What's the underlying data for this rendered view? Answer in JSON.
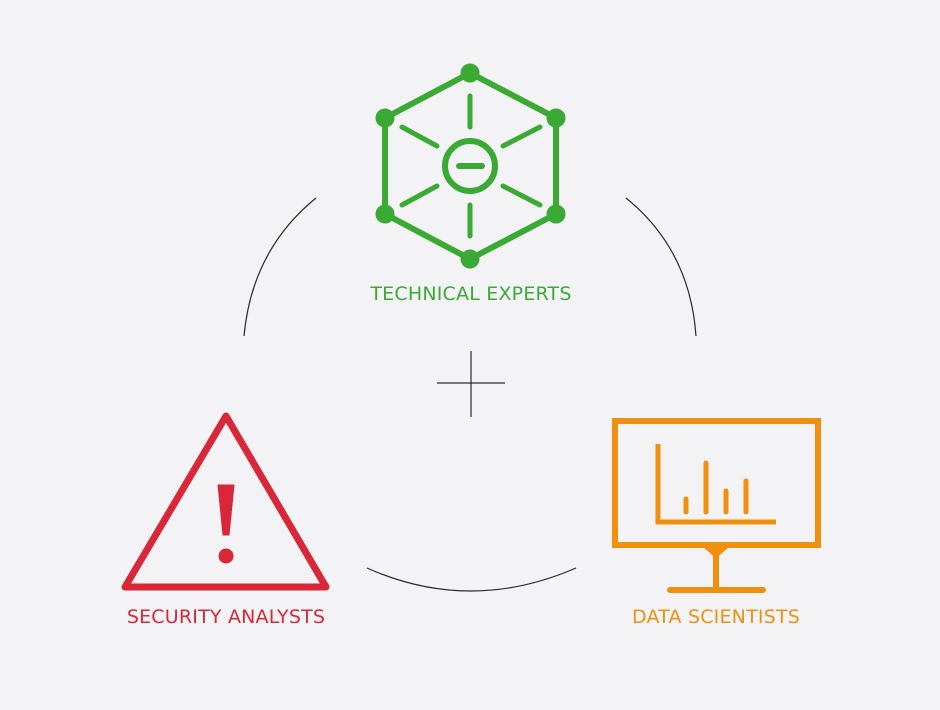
{
  "colors": {
    "background": "#f3f3f5",
    "connector": "#2a2a2a",
    "technical": "#3aaa35",
    "security": "#d9273a",
    "data": "#f0900f"
  },
  "nodes": {
    "technical": {
      "label": "TECHNICAL EXPERTS",
      "icon": "network-hexagon-icon"
    },
    "security": {
      "label": "SECURITY ANALYSTS",
      "icon": "warning-triangle-icon"
    },
    "data": {
      "label": "DATA SCIENTISTS",
      "icon": "monitor-bar-chart-icon"
    }
  },
  "center": {
    "icon": "plus-icon"
  }
}
